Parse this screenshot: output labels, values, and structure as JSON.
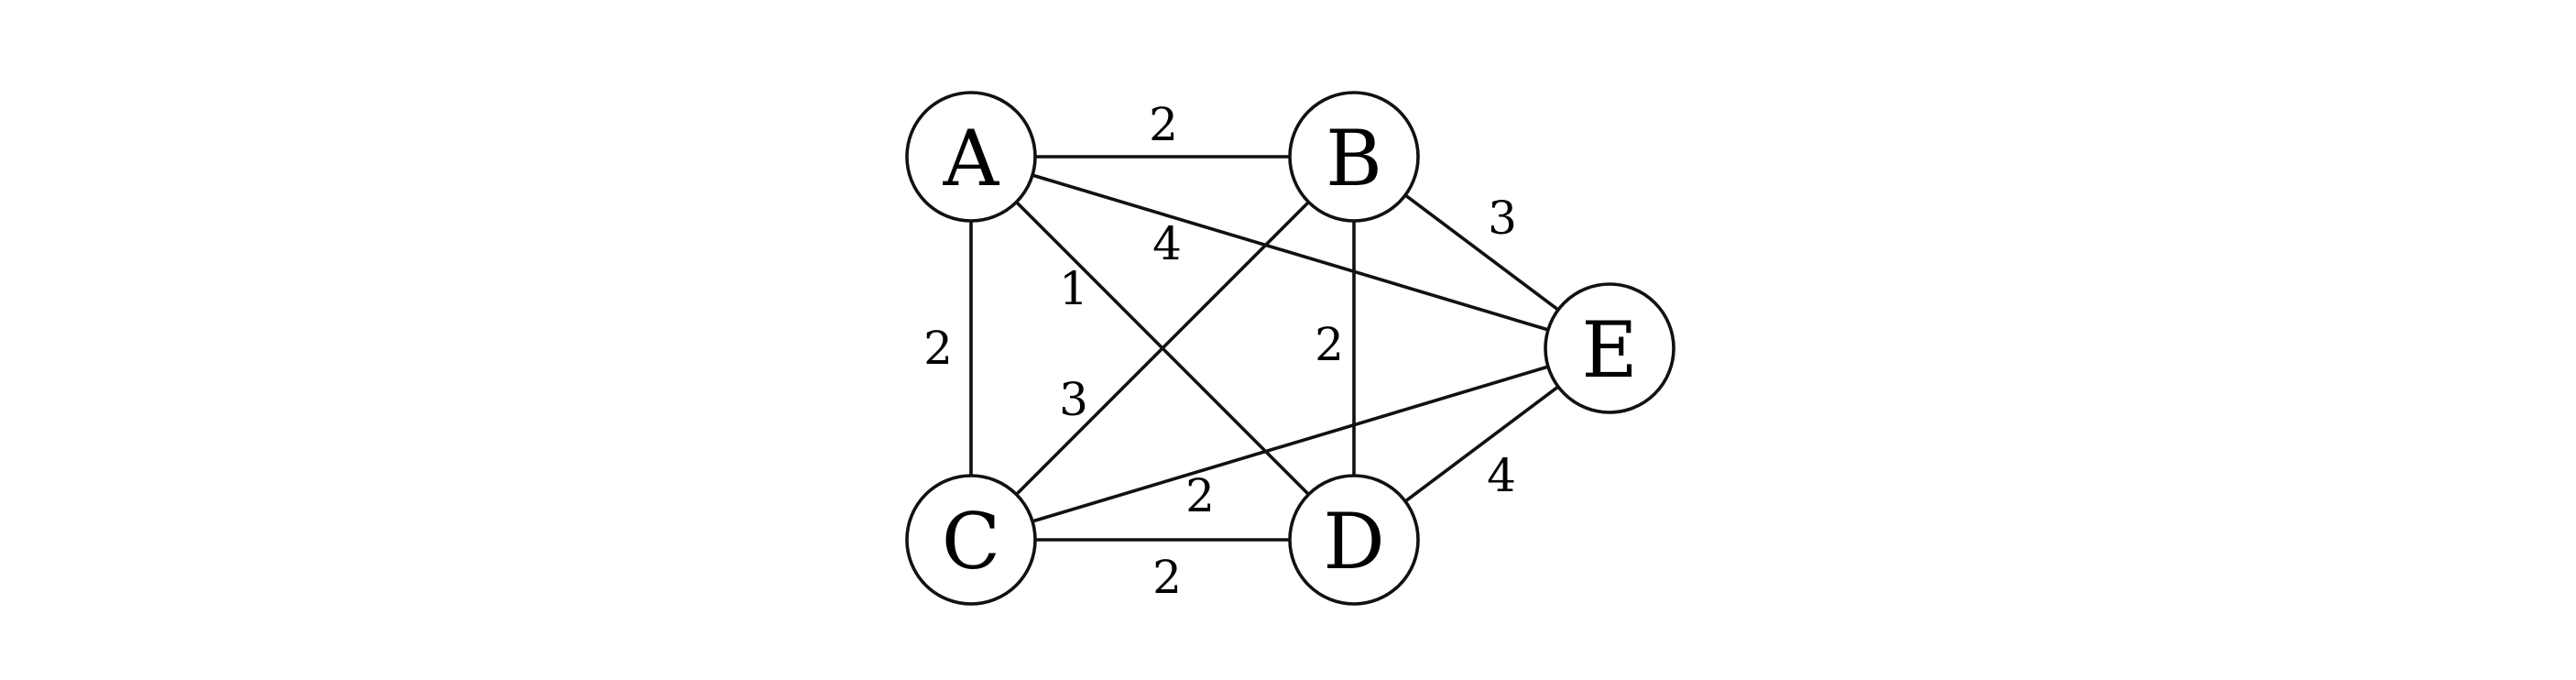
{
  "graph": {
    "nodes": [
      {
        "id": "A",
        "label": "A"
      },
      {
        "id": "B",
        "label": "B"
      },
      {
        "id": "C",
        "label": "C"
      },
      {
        "id": "D",
        "label": "D"
      },
      {
        "id": "E",
        "label": "E"
      }
    ],
    "edges": [
      {
        "from": "A",
        "to": "B",
        "weight": "2"
      },
      {
        "from": "A",
        "to": "C",
        "weight": "2"
      },
      {
        "from": "A",
        "to": "D",
        "weight": "1"
      },
      {
        "from": "A",
        "to": "E",
        "weight": "4"
      },
      {
        "from": "B",
        "to": "C",
        "weight": "3"
      },
      {
        "from": "B",
        "to": "D",
        "weight": "2"
      },
      {
        "from": "B",
        "to": "E",
        "weight": "3"
      },
      {
        "from": "C",
        "to": "D",
        "weight": "2"
      },
      {
        "from": "C",
        "to": "E",
        "weight": "2"
      },
      {
        "from": "D",
        "to": "E",
        "weight": "4"
      }
    ]
  }
}
